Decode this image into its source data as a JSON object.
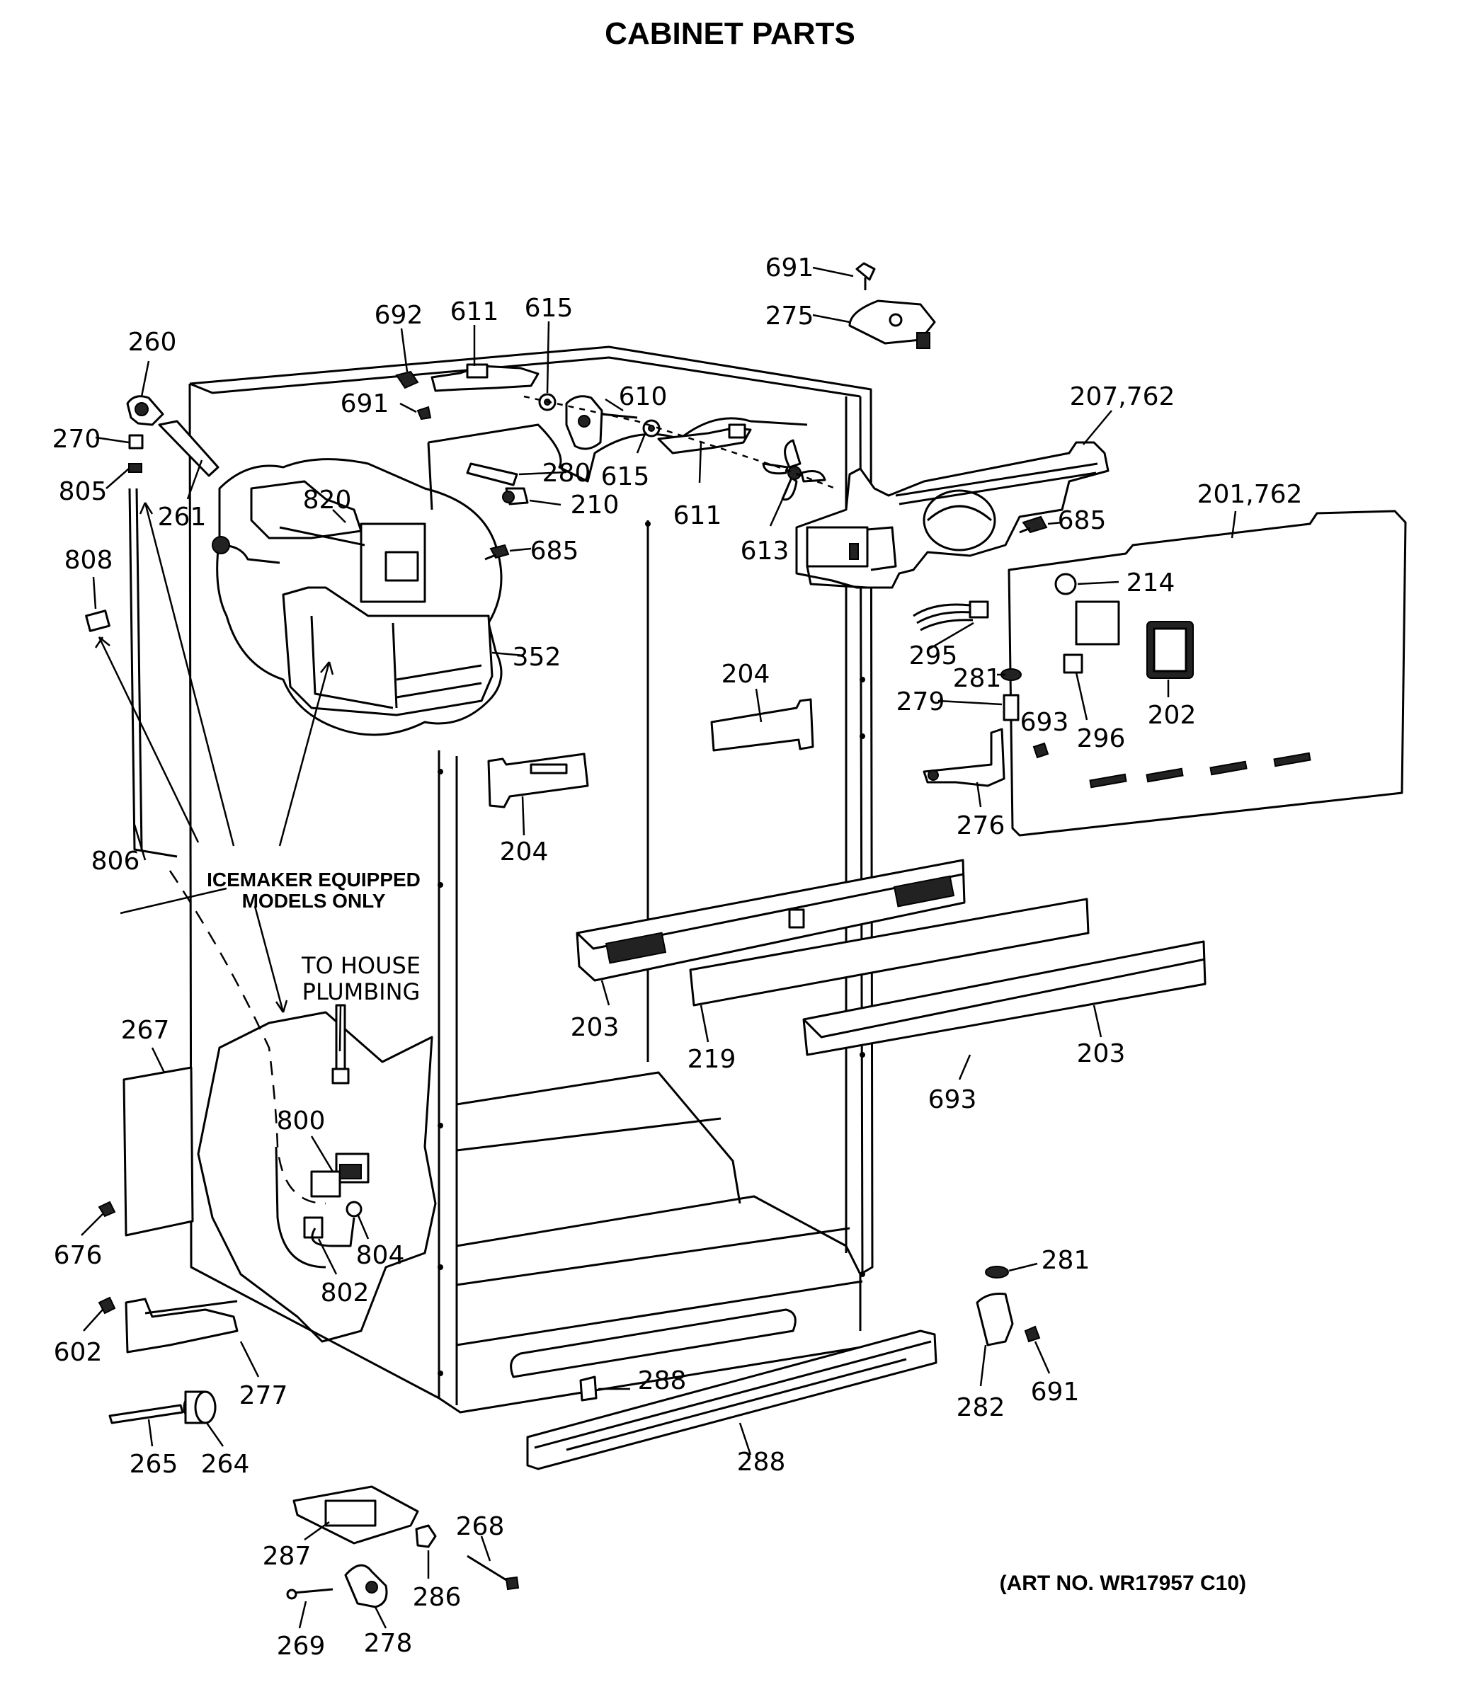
{
  "title": "CABINET PARTS",
  "art_number": "(ART NO. WR17957 C10)",
  "note_icemaker": [
    "ICEMAKER EQUIPPED",
    "MODELS ONLY"
  ],
  "note_plumbing": [
    "TO HOUSE",
    "PLUMBING"
  ],
  "callouts": {
    "c691a": "691",
    "c275": "275",
    "c692": "692",
    "c611a": "611",
    "c615a": "615",
    "c260": "260",
    "c610": "610",
    "c691b": "691",
    "c270": "270",
    "c207": "207,762",
    "c280": "280",
    "c615b": "615",
    "c805": "805",
    "c261": "261",
    "c820": "820",
    "c210": "210",
    "c611b": "611",
    "c201": "201,762",
    "c685a": "685",
    "c613": "613",
    "c685b": "685",
    "c808": "808",
    "c214": "214",
    "c295": "295",
    "c352": "352",
    "c204a": "204",
    "c281a": "281",
    "c279": "279",
    "c693a": "693",
    "c202": "202",
    "c296": "296",
    "c276": "276",
    "c204b": "204",
    "c806": "806",
    "c203a": "203",
    "c219": "219",
    "c203b": "203",
    "c267": "267",
    "c693b": "693",
    "c800": "800",
    "c804": "804",
    "c676": "676",
    "c802": "802",
    "c281b": "281",
    "c602": "602",
    "c288a": "288",
    "c282": "282",
    "c691c": "691",
    "c277": "277",
    "c265": "265",
    "c264": "264",
    "c288b": "288",
    "c287": "287",
    "c268": "268",
    "c286": "286",
    "c269": "269",
    "c278": "278"
  }
}
